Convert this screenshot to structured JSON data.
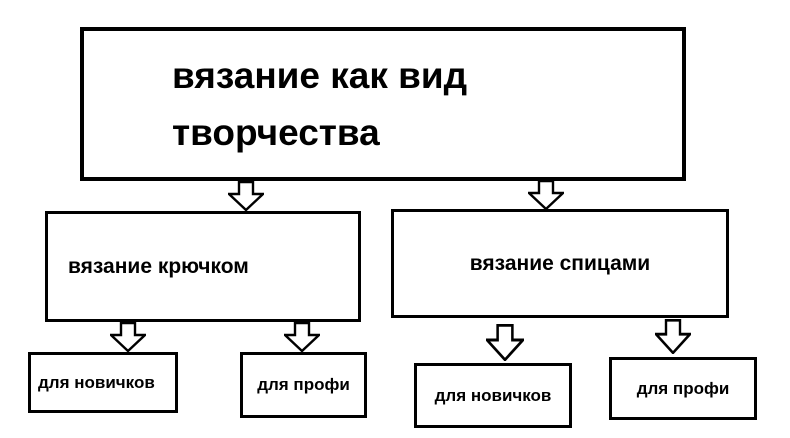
{
  "diagram": {
    "title": "Knitting types hierarchy diagram",
    "root": {
      "label_line1": "вязание как вид",
      "label_line2": "творчества"
    },
    "level2": [
      {
        "label": "вязание крючком"
      },
      {
        "label": "вязание спицами"
      }
    ],
    "level3": [
      {
        "label": "для новичков"
      },
      {
        "label": "для профи"
      },
      {
        "label": "для новичков"
      },
      {
        "label": "для профи"
      }
    ],
    "colors": {
      "box_border": "#000000",
      "box_fill": "#ffffff",
      "text": "#000000",
      "background": "#ffffff"
    }
  }
}
